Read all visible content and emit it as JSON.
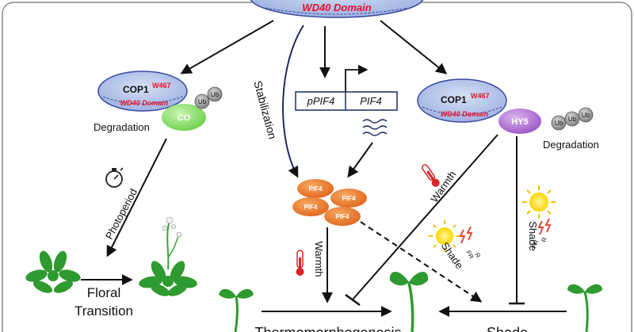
{
  "top_protein": {
    "domain": "WD40 Domain"
  },
  "cop1_left": {
    "name": "COP1",
    "sup": "W467",
    "domain": "WD40 Domain",
    "partner": "CO",
    "ub": [
      "Ub",
      "Ub"
    ]
  },
  "cop1_right": {
    "name": "COP1",
    "sup": "W467",
    "domain": "WD40 Domain",
    "partner": "HY5",
    "ub": [
      "Ub",
      "Ub",
      "Ub"
    ]
  },
  "gene": {
    "promoter": "pPIF4",
    "name": "PIF4"
  },
  "pif4_labels": [
    "PIF4",
    "PIF4",
    "PIF4",
    "PIF4"
  ],
  "labels": {
    "degradation_left": "Degradation",
    "degradation_right": "Degradation",
    "stabilization": "Stabilization",
    "photoperiod": "Photoperiod",
    "warmth_center": "Warmth",
    "warmth_diag": "Warmth",
    "shade_diag": "Shade",
    "shade_right": "Shade",
    "fr": "FR",
    "r": "R",
    "floral_line1": "Floral",
    "floral_line2": "Transition",
    "thermo": "Thermomorphogenesis",
    "shade_bottom": "Shade"
  },
  "colors": {
    "cop1_fill": "#b8c8ea",
    "cop1_stroke": "#3a4aa0",
    "domain_text": "#e8102a",
    "co_fill": "#8fdc6a",
    "hy5_fill": "#b777d6",
    "ub_fill": "#8c8c8c",
    "pif4_fill": "#ec7a2a",
    "plant_green": "#2f9a2f",
    "sun": "#ffe11a",
    "thermo_red": "#d9242a",
    "frame": "#7a7a7a"
  }
}
